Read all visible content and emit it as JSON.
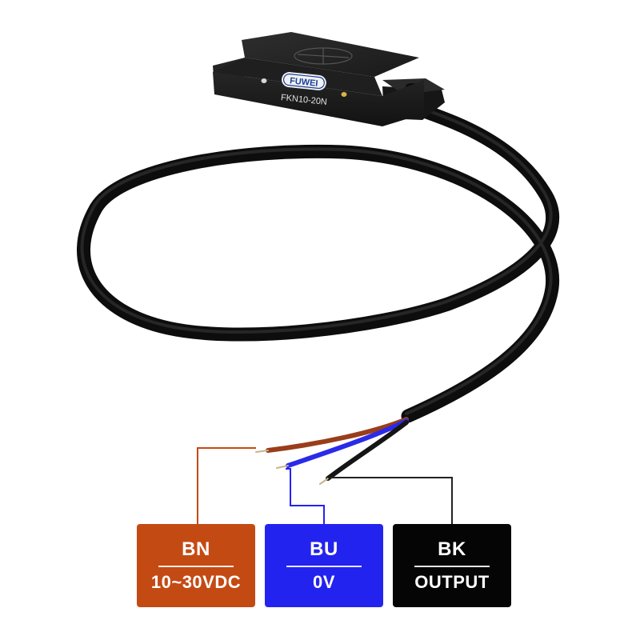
{
  "product": {
    "brand_label": "FUWEI",
    "model_label": "FKN10-20N",
    "cable_color": "#101010",
    "body_color": "#1c1c1c"
  },
  "wires": [
    {
      "code": "BN",
      "description": "10~30VDC",
      "color": "#c44a14",
      "insulation_color": "#9a3d1a"
    },
    {
      "code": "BU",
      "description": "0V",
      "color": "#2323f0",
      "insulation_color": "#2a2ae8"
    },
    {
      "code": "BK",
      "description": "OUTPUT",
      "color": "#050505",
      "insulation_color": "#151515"
    }
  ]
}
